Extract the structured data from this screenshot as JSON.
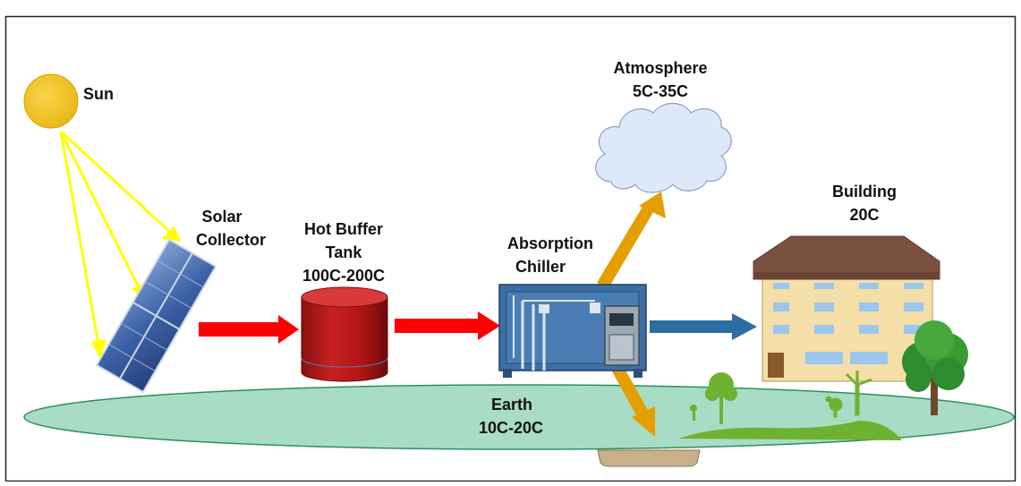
{
  "labels": {
    "sun": "Sun",
    "solar_collector": [
      "Solar",
      "Collector"
    ],
    "hot_buffer_tank": [
      "Hot Buffer",
      "Tank",
      "100C-200C"
    ],
    "absorption_chiller": [
      "Absorption",
      "Chiller"
    ],
    "atmosphere": [
      "Atmosphere",
      "5C-35C"
    ],
    "building": [
      "Building",
      "20C"
    ],
    "earth": [
      "Earth",
      "10C-20C"
    ]
  },
  "colors": {
    "sun": "#f2c318",
    "sun_rays": "#ffff00",
    "hot_flow_arrow": "#ff0000",
    "tank": "#b01515",
    "chiller": "#3d6fa3",
    "cold_flow_arrow": "#2e6da4",
    "heat_rejection_arrow": "#e59e00",
    "earth": "#a8dcc4",
    "cloud": "#dde9f8",
    "building_walls": "#f3dfa7",
    "building_roof": "#7a5040",
    "grass": "#6fb131",
    "tree": "#2e8b2e"
  }
}
